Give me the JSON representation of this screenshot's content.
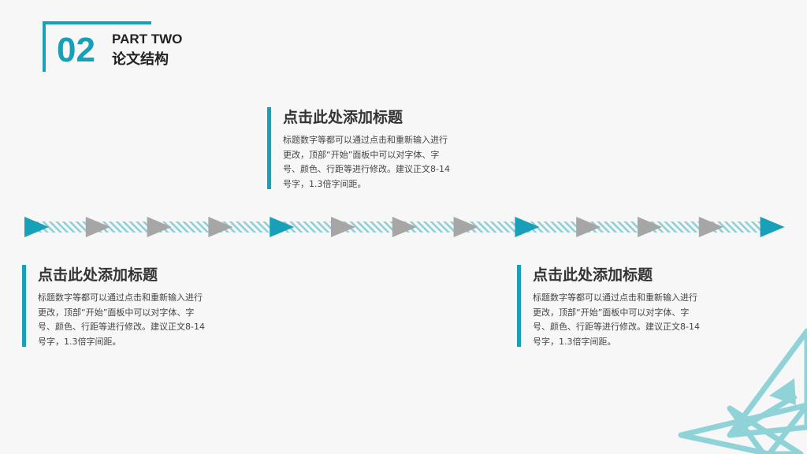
{
  "header": {
    "number": "02",
    "part": "PART TWO",
    "title": "论文结构"
  },
  "blocks": [
    {
      "heading": "点击此处添加标题",
      "body": "标题数字等都可以通过点击和重新输入进行更改，顶部“开始”面板中可以对字体、字号、颜色、行距等进行修改。建议正文8-14号字，1.3倍字间距。"
    },
    {
      "heading": "点击此处添加标题",
      "body": "标题数字等都可以通过点击和重新输入进行更改，顶部“开始”面板中可以对字体、字号、颜色、行距等进行修改。建议正文8-14号字，1.3倍字间距。"
    },
    {
      "heading": "点击此处添加标题",
      "body": "标题数字等都可以通过点击和重新输入进行更改，顶部“开始”面板中可以对字体、字号、颜色、行距等进行修改。建议正文8-14号字，1.3倍字间距。"
    }
  ],
  "timeline": {
    "arrow_colors": [
      "teal",
      "gray",
      "gray",
      "gray",
      "teal",
      "gray",
      "gray",
      "gray",
      "teal",
      "gray",
      "gray",
      "gray",
      "teal"
    ]
  },
  "colors": {
    "accent": "#18a0b8",
    "arrow_gray": "#a6a6a6",
    "decor": "#8fd3d8",
    "background": "#f7f7f7"
  }
}
